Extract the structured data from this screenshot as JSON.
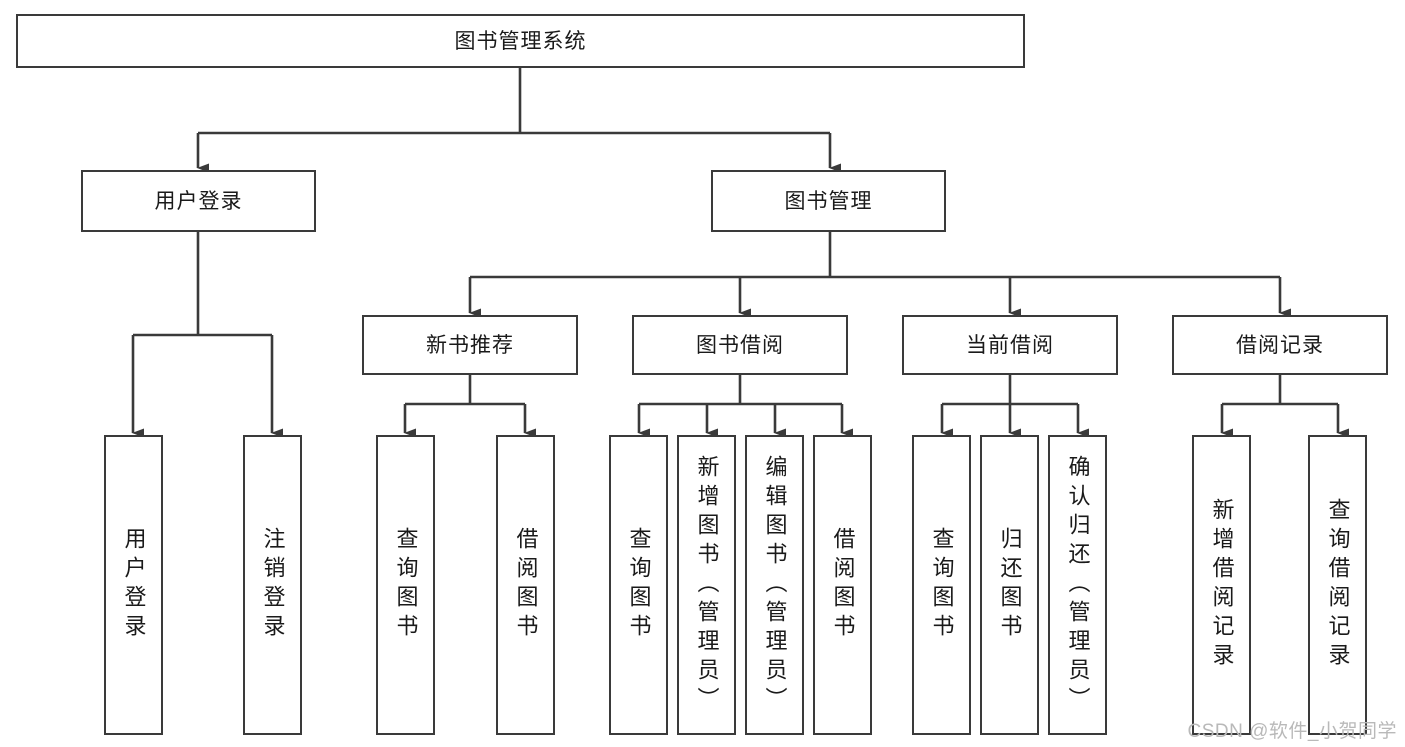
{
  "diagram": {
    "title": "图书管理系统",
    "type": "tree",
    "root": {
      "label": "图书管理系统"
    },
    "level2": [
      {
        "label": "用户登录"
      },
      {
        "label": "图书管理"
      }
    ],
    "level3": [
      {
        "label": "新书推荐"
      },
      {
        "label": "图书借阅"
      },
      {
        "label": "当前借阅"
      },
      {
        "label": "借阅记录"
      }
    ],
    "leaves": {
      "user_login": [
        {
          "label": "用户登录"
        },
        {
          "label": "注销登录"
        }
      ],
      "new_book_recommend": [
        {
          "label": "查询图书"
        },
        {
          "label": "借阅图书"
        }
      ],
      "book_borrow": [
        {
          "label": "查询图书"
        },
        {
          "label": "新增图书（管理员）"
        },
        {
          "label": "编辑图书（管理员）"
        },
        {
          "label": "借阅图书"
        }
      ],
      "current_borrow": [
        {
          "label": "查询图书"
        },
        {
          "label": "归还图书"
        },
        {
          "label": "确认归还（管理员）"
        }
      ],
      "borrow_record": [
        {
          "label": "新增借阅记录"
        },
        {
          "label": "查询借阅记录"
        }
      ]
    }
  },
  "watermark": {
    "text": "CSDN @软件_小贺同学"
  },
  "colors": {
    "stroke": "#3a3a3a",
    "fill": "#ffffff",
    "text": "#1a1a1a",
    "watermark": "#b9b9b9"
  }
}
